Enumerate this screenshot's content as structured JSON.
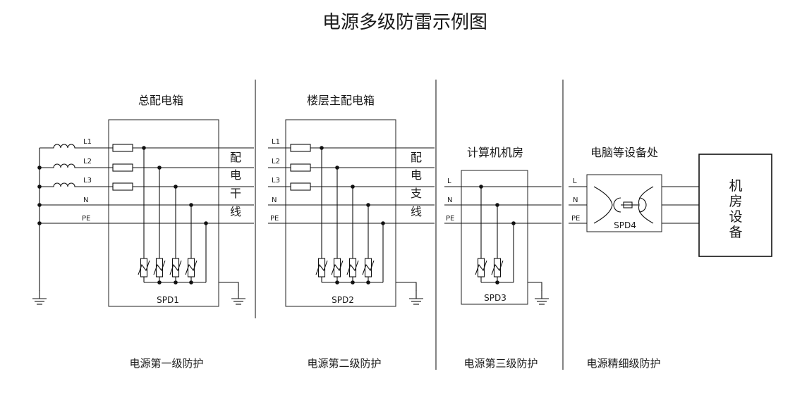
{
  "title": "电源多级防雷示例图",
  "panels": {
    "p1": {
      "heading": "总配电箱",
      "spd": "SPD1",
      "footer": "电源第一级防护"
    },
    "p2": {
      "heading": "楼层主配电箱",
      "spd": "SPD2",
      "footer": "电源第二级防护"
    },
    "p3": {
      "heading": "计算机机房",
      "spd": "SPD3",
      "footer": "电源第三级防护"
    },
    "p4": {
      "heading": "电脑等设备处",
      "spd": "SPD4",
      "footer": "电源精细级防护"
    }
  },
  "line_labels": {
    "l1": "L1",
    "l2": "L2",
    "l3": "L3",
    "l": "L",
    "n": "N",
    "pe": "PE"
  },
  "trunk_label": [
    "配",
    "电",
    "干",
    "线"
  ],
  "branch_label": [
    "配",
    "电",
    "支",
    "线"
  ],
  "equipment_label": [
    "机",
    "房",
    "设",
    "备"
  ]
}
